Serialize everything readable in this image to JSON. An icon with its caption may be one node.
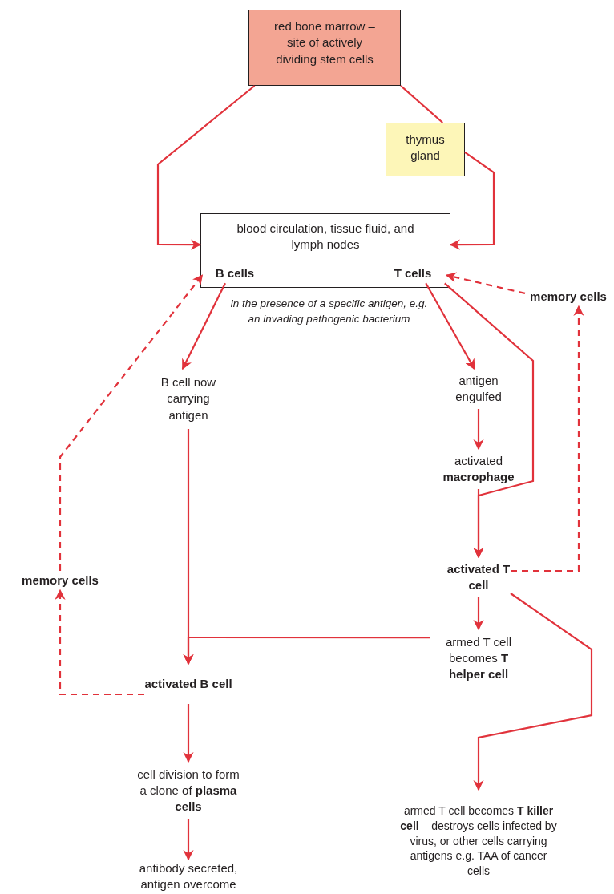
{
  "diagram": {
    "nodes": [
      {
        "text": [
          "red bone marrow – site of actively dividing stem cells"
        ]
      },
      {
        "text": [
          "thymus gland"
        ]
      },
      {
        "text": [
          "blood circulation, tissue fluid, and lymph nodes"
        ]
      },
      {
        "text": [
          "B cells"
        ],
        "in": 2
      },
      {
        "text": [
          "T cells"
        ],
        "in": 2
      },
      {
        "text": [
          "memory cells"
        ]
      },
      {
        "text": [
          "B cell now carrying antigen"
        ]
      },
      {
        "text": [
          "antigen engulfed"
        ]
      },
      {
        "text": [
          "activated **macrophage**"
        ]
      },
      {
        "text": [
          "memory cells"
        ]
      },
      {
        "text": [
          "activated T cell"
        ]
      },
      {
        "text": [
          "armed T cell becomes **T helper cell**"
        ]
      },
      {
        "text": [
          "activated B cell"
        ]
      },
      {
        "text": [
          "cell division to form a clone of **plasma cells**"
        ]
      },
      {
        "text": [
          "armed T cell becomes **T killer cell** – destroys cells infected by virus, or other cells carrying antigens e.g. TAA of cancer cells"
        ]
      },
      {
        "text": [
          "antibody secreted, antigen overcome"
        ]
      }
    ],
    "edges": [
      {
        "from": 0,
        "to": 2,
        "arrow": "to"
      },
      {
        "from": 0,
        "to": 1,
        "arrow": "none"
      },
      {
        "from": 1,
        "to": 2,
        "arrow": "to"
      },
      {
        "from": 3,
        "to": 6,
        "arrow": "to"
      },
      {
        "from": 4,
        "to": 7,
        "arrow": "to"
      },
      {
        "from": 7,
        "to": 8,
        "arrow": "to"
      },
      {
        "from": 4,
        "to": 10,
        "arrow": "to"
      },
      {
        "from": 8,
        "to": 10,
        "arrow": "to"
      },
      {
        "from": 10,
        "to": 5,
        "arrow": "to",
        "style": "dashed"
      },
      {
        "from": 5,
        "to": 4,
        "arrow": "to",
        "style": "dashed"
      },
      {
        "from": 10,
        "to": 11,
        "arrow": "to"
      },
      {
        "from": 10,
        "to": 14,
        "arrow": "to"
      },
      {
        "from": 6,
        "to": 12,
        "arrow": "to"
      },
      {
        "from": 11,
        "to": 12,
        "arrow": "to"
      },
      {
        "from": 12,
        "to": 9,
        "arrow": "to",
        "style": "dashed"
      },
      {
        "from": 9,
        "to": 3,
        "arrow": "to",
        "style": "dashed"
      },
      {
        "from": 12,
        "to": 13,
        "arrow": "to"
      },
      {
        "from": 13,
        "to": 15,
        "arrow": "to"
      }
    ],
    "labels": [
      "in the presence of a specific antigen, e.g. an invading pathogenic bacterium"
    ]
  }
}
